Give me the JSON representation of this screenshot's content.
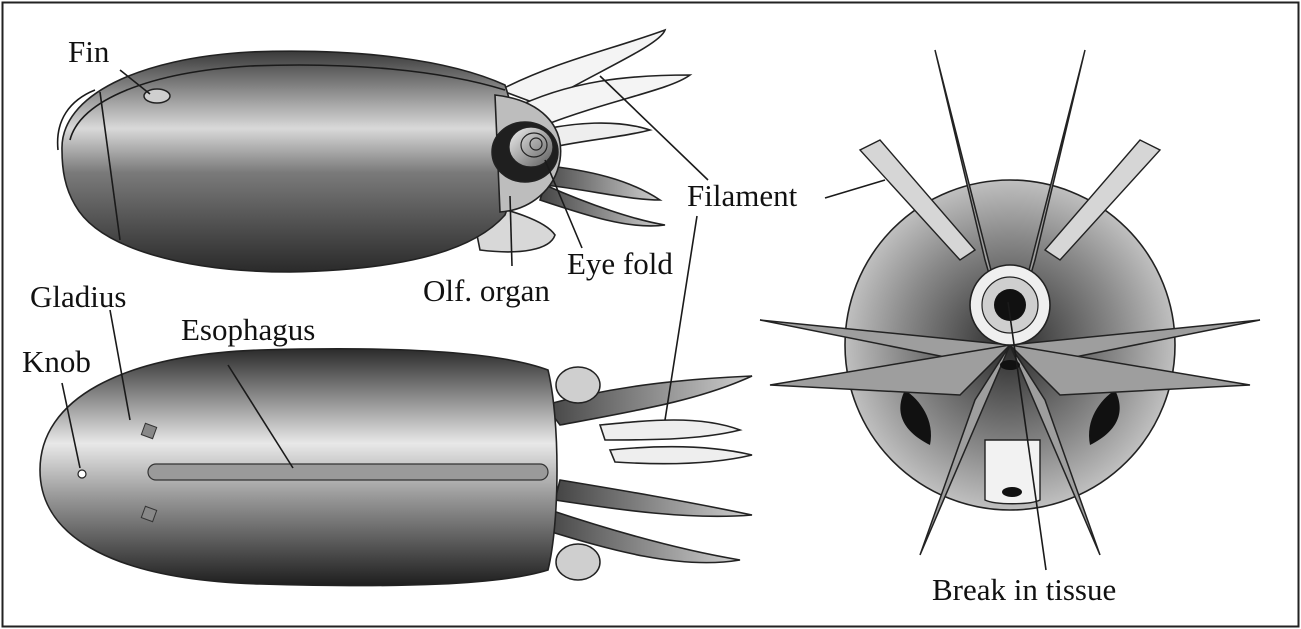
{
  "labels": {
    "fin": "Fin",
    "gladius": "Gladius",
    "knob": "Knob",
    "esophagus": "Esophagus",
    "olf_organ": "Olf. organ",
    "eye_fold": "Eye fold",
    "filament": "Filament",
    "break_in_tissue": "Break in tissue"
  }
}
